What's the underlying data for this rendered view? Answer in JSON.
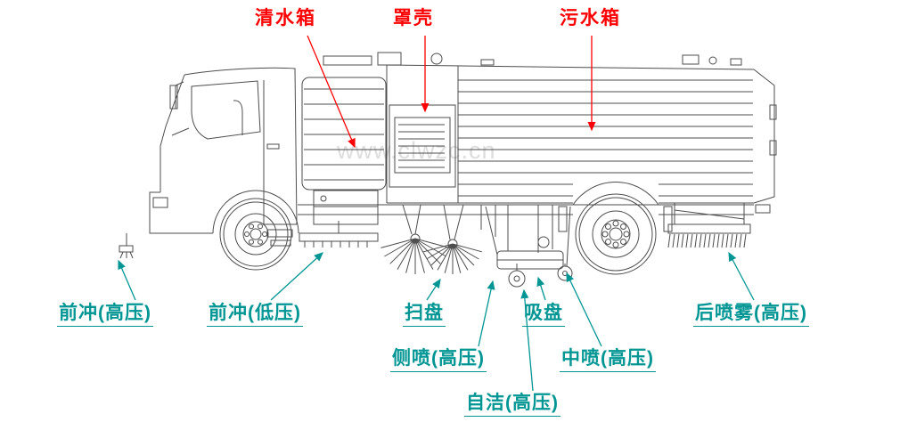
{
  "diagram": {
    "subject": "road-sweeper-truck-line-drawing",
    "watermark": {
      "text": "www.clwzc.cn"
    },
    "colors": {
      "top_label": "#fe0000",
      "bottom_label": "#019694",
      "line_art": "#4d4d4d",
      "watermark": "#c8c8c8",
      "background": "#ffffff"
    },
    "labels": {
      "top": [
        {
          "id": "clean-water-tank",
          "text": "清水箱"
        },
        {
          "id": "cover-shell",
          "text": "罩壳"
        },
        {
          "id": "sewage-tank",
          "text": "污水箱"
        }
      ],
      "bottom": [
        {
          "id": "front-flush-high",
          "text": "前冲(高压)"
        },
        {
          "id": "front-flush-low",
          "text": "前冲(低压)"
        },
        {
          "id": "sweep-disc",
          "text": "扫盘"
        },
        {
          "id": "suction-plate",
          "text": "吸盘"
        },
        {
          "id": "rear-spray-high",
          "text": "后喷雾(高压)"
        },
        {
          "id": "side-spray-high",
          "text": "侧喷(高压)"
        },
        {
          "id": "middle-spray-high",
          "text": "中喷(高压)"
        },
        {
          "id": "self-clean-high",
          "text": "自洁(高压)"
        }
      ]
    }
  }
}
